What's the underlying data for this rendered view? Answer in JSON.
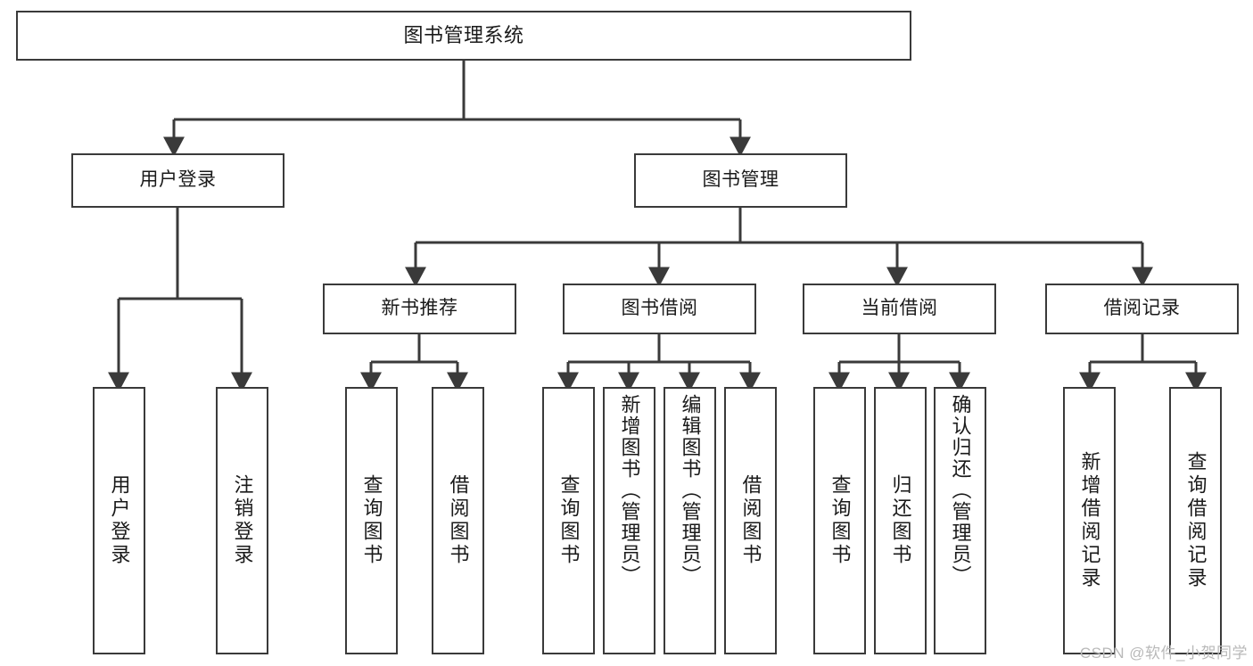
{
  "diagram": {
    "title": "图书管理系统",
    "type": "tree",
    "orientation": "top-down",
    "colors": {
      "box_border": "#3a3a3a",
      "box_fill": "#ffffff",
      "connector": "#3a3a3a",
      "text": "#1a1a1a",
      "watermark": "#b9b9b9",
      "background": "#ffffff"
    },
    "root": {
      "id": "root",
      "label": "图书管理系统"
    },
    "level1": [
      {
        "id": "n-user-login",
        "label": "用户登录"
      },
      {
        "id": "n-book-manage",
        "label": "图书管理"
      }
    ],
    "level2": [
      {
        "id": "n-new-book-rec",
        "label": "新书推荐",
        "parent": "n-book-manage"
      },
      {
        "id": "n-book-borrow",
        "label": "图书借阅",
        "parent": "n-book-manage"
      },
      {
        "id": "n-current-borrow",
        "label": "当前借阅",
        "parent": "n-book-manage"
      },
      {
        "id": "n-borrow-record",
        "label": "借阅记录",
        "parent": "n-book-manage"
      }
    ],
    "leaves": [
      {
        "id": "l-user-login",
        "label": "用户登录",
        "parent": "n-user-login"
      },
      {
        "id": "l-user-logout",
        "label": "注销登录",
        "parent": "n-user-login"
      },
      {
        "id": "l-query-book-1",
        "label": "查询图书",
        "parent": "n-new-book-rec"
      },
      {
        "id": "l-borrow-book-1",
        "label": "借阅图书",
        "parent": "n-new-book-rec"
      },
      {
        "id": "l-query-book-2",
        "label": "查询图书",
        "parent": "n-book-borrow"
      },
      {
        "id": "l-add-book",
        "label": "新增图书（管理员）",
        "parent": "n-book-borrow"
      },
      {
        "id": "l-edit-book",
        "label": "编辑图书（管理员）",
        "parent": "n-book-borrow"
      },
      {
        "id": "l-borrow-book-2",
        "label": "借阅图书",
        "parent": "n-book-borrow"
      },
      {
        "id": "l-query-book-3",
        "label": "查询图书",
        "parent": "n-current-borrow"
      },
      {
        "id": "l-return-book",
        "label": "归还图书",
        "parent": "n-current-borrow"
      },
      {
        "id": "l-confirm-return",
        "label": "确认归还（管理员）",
        "parent": "n-current-borrow"
      },
      {
        "id": "l-add-record",
        "label": "新增借阅记录",
        "parent": "n-borrow-record"
      },
      {
        "id": "l-query-record",
        "label": "查询借阅记录",
        "parent": "n-borrow-record"
      }
    ]
  },
  "watermark": {
    "text": "CSDN @软件_小贺同学"
  }
}
